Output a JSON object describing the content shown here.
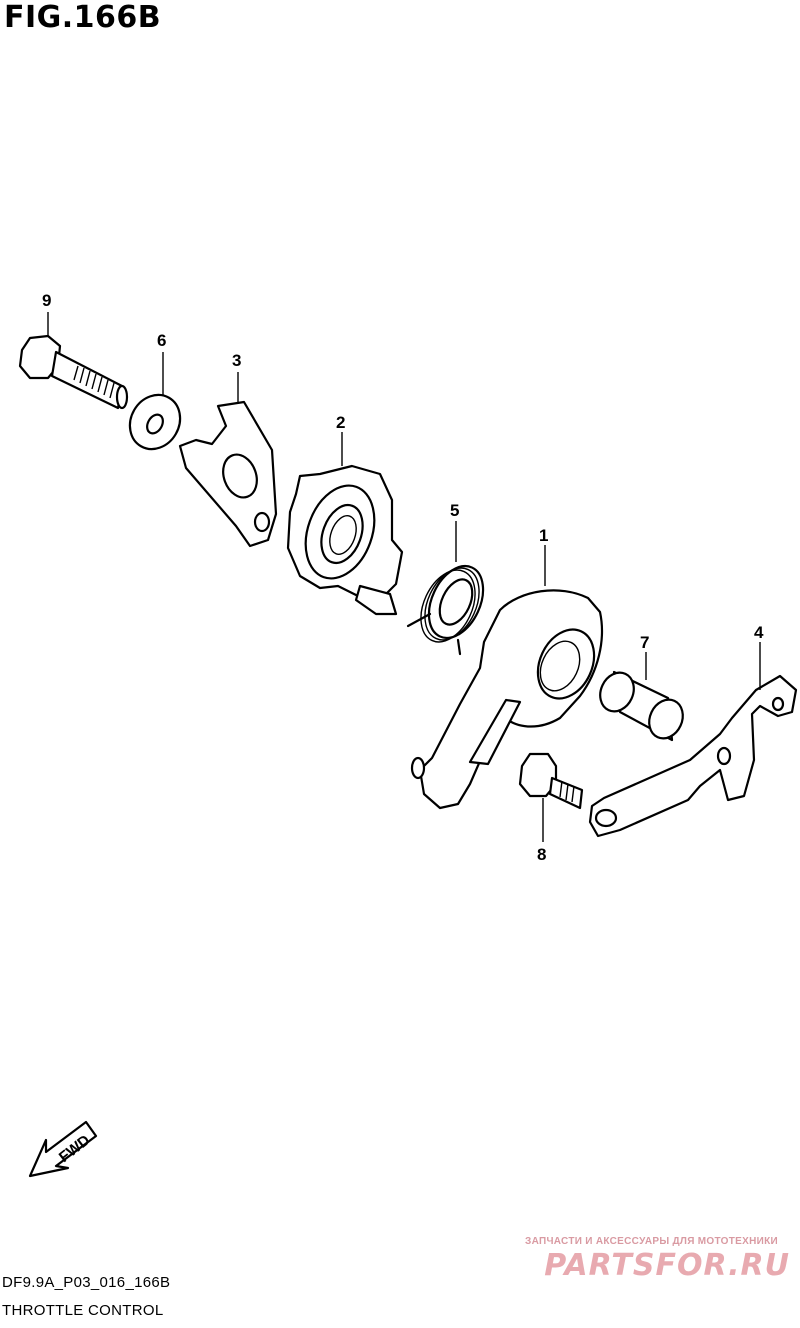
{
  "figure": {
    "title": "FIG.166B",
    "code": "DF9.9A_P03_016_166B",
    "caption": "THROTTLE CONTROL"
  },
  "callouts": [
    "1",
    "2",
    "3",
    "4",
    "5",
    "6",
    "7",
    "8",
    "9"
  ],
  "fwd_arrow": {
    "label": "FWD"
  },
  "watermark": {
    "subtitle": "ЗАПЧАСТИ И АКСЕССУАРЫ ДЛЯ МОТОТЕХНИКИ",
    "brand": "PARTSFOR.RU",
    "color": "#e8aab0"
  }
}
